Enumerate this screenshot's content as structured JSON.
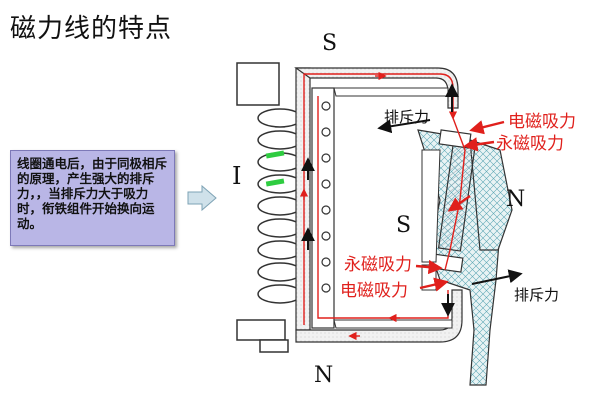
{
  "title": "磁力线的特点",
  "note_text": "线圈通电后，由于同极相斥的原理，产生强大的排斥力，，当排斥力大于吸力时，衔铁组件开始换向运动。",
  "labels": {
    "pole_s_top": "S",
    "pole_n_bottom": "N",
    "pole_n_right": "N",
    "pole_s_mid": "S",
    "current": "I",
    "repel_top": "排斥力",
    "repel_bottom": "排斥力",
    "electro_attract_top": "电磁吸力",
    "perm_attract_top": "永磁吸力",
    "perm_attract_bottom": "永磁吸力",
    "electro_attract_bottom": "电磁吸力"
  },
  "colors": {
    "flux_line": "#e0201c",
    "note_bg": "#b9b6e6",
    "arrow_fill": "#cfe1ea",
    "coil_highlight": "#2ecc40"
  }
}
